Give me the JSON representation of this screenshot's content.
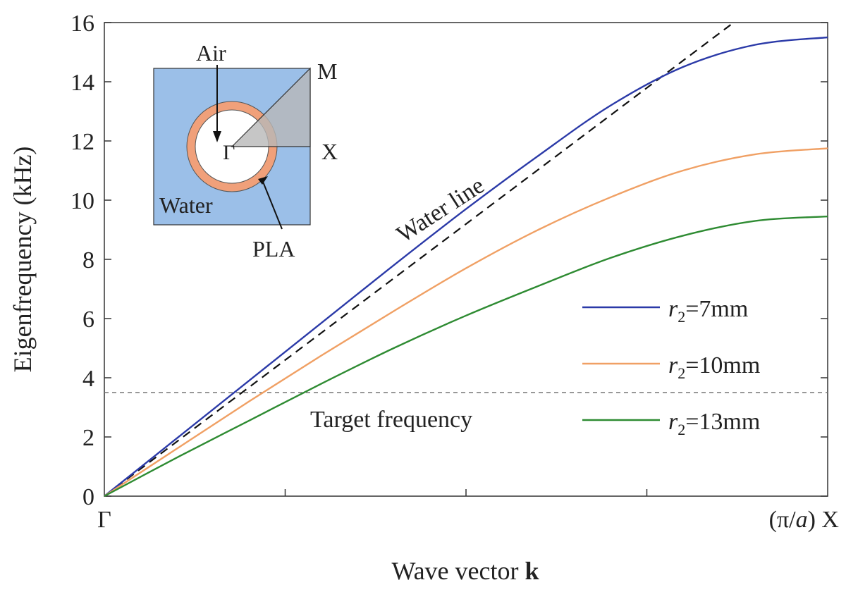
{
  "chart_data": {
    "type": "line",
    "xlabel": "Wave vector ",
    "xlabel_bold": "k",
    "ylabel": "Eigenfrequency (kHz)",
    "ylim": [
      0,
      16
    ],
    "y_ticks": [
      0,
      2,
      4,
      6,
      8,
      10,
      12,
      14,
      16
    ],
    "x_tick_left": "Γ",
    "x_tick_right_prefix": "(π/",
    "x_tick_right_italic": "a",
    "x_tick_right_suffix": ") X",
    "x": [
      0,
      0.1,
      0.2,
      0.3,
      0.4,
      0.5,
      0.6,
      0.7,
      0.8,
      0.9,
      1.0
    ],
    "series": [
      {
        "name_var": "r",
        "name_sub": "2",
        "name_rest": "=7mm",
        "color": "#2b3aa8",
        "values": [
          0,
          1.95,
          3.9,
          5.85,
          7.8,
          9.7,
          11.5,
          13.2,
          14.5,
          15.25,
          15.5
        ]
      },
      {
        "name_var": "r",
        "name_sub": "2",
        "name_rest": "=10mm",
        "color": "#f0a064",
        "values": [
          0,
          1.6,
          3.2,
          4.75,
          6.25,
          7.7,
          9.0,
          10.1,
          11.0,
          11.55,
          11.75
        ]
      },
      {
        "name_var": "r",
        "name_sub": "2",
        "name_rest": "=13mm",
        "color": "#2e8b32",
        "values": [
          0,
          1.3,
          2.55,
          3.8,
          5.0,
          6.1,
          7.1,
          8.05,
          8.8,
          9.3,
          9.45
        ]
      }
    ],
    "water_line": {
      "label": "Water line",
      "color": "#111111",
      "x": [
        0,
        0.87
      ],
      "values": [
        0,
        16
      ]
    },
    "target_frequency": {
      "label": "Target frequency",
      "value": 3.5,
      "color": "#777777"
    },
    "legend_placement": "bottom-right",
    "inset": {
      "labels": {
        "air": "Air",
        "water": "Water",
        "pla": "PLA",
        "m": "M",
        "x": "X",
        "gamma": "Γ"
      },
      "colors": {
        "water": "#9bbfe8",
        "pla": "#f0a07a",
        "air": "#ffffff",
        "zone": "#b8b8b8"
      }
    }
  }
}
